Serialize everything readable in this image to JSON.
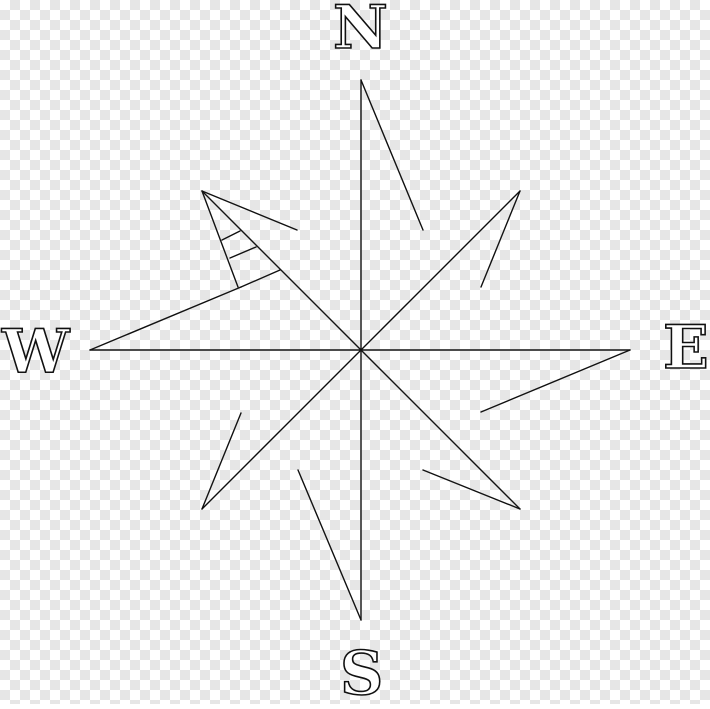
{
  "compass": {
    "north": "N",
    "south": "S",
    "east": "E",
    "west": "W"
  },
  "colors": {
    "ink": "#111111",
    "letter_fill": "#ffffff",
    "checker_light": "#ffffff",
    "checker_dark": "#e6e6e6"
  }
}
